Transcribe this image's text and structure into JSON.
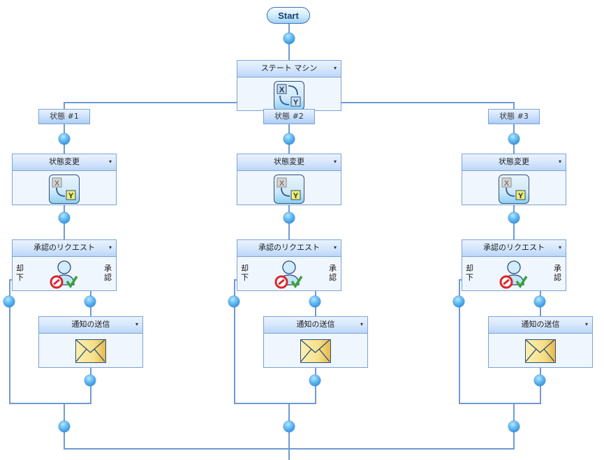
{
  "start": {
    "label": "Start"
  },
  "state_machine": {
    "title": "ステート マシン",
    "icon": "state-machine-icon"
  },
  "states": [
    {
      "label": "状態 #1",
      "set_state": {
        "title": "状態変更",
        "icon": "set-state-icon"
      },
      "approval": {
        "title": "承認のリクエスト",
        "reject_label": "却下",
        "approve_label": "承認",
        "icon": "approval-request-icon"
      },
      "notify": {
        "title": "通知の送信",
        "icon": "envelope-icon"
      }
    },
    {
      "label": "状態 #2",
      "set_state": {
        "title": "状態変更",
        "icon": "set-state-icon"
      },
      "approval": {
        "title": "承認のリクエスト",
        "reject_label": "却下",
        "approve_label": "承認",
        "icon": "approval-request-icon"
      },
      "notify": {
        "title": "通知の送信",
        "icon": "envelope-icon"
      }
    },
    {
      "label": "状態 #3",
      "set_state": {
        "title": "状態変更",
        "icon": "set-state-icon"
      },
      "approval": {
        "title": "承認のリクエスト",
        "reject_label": "却下",
        "approve_label": "承認",
        "icon": "approval-request-icon"
      },
      "notify": {
        "title": "通知の送信",
        "icon": "envelope-icon"
      }
    }
  ],
  "dropdown_glyph": "▾",
  "colors": {
    "connector": "#6f9ad4",
    "header": "#c8defb",
    "body": "#f0f6fd"
  }
}
